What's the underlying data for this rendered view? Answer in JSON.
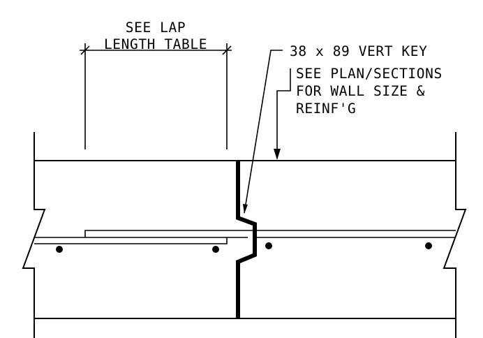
{
  "detail": {
    "dimension_label": {
      "line1": "SEE LAP",
      "line2": "LENGTH TABLE"
    },
    "key_callout": "38 x 89 VERT KEY",
    "wall_note": {
      "line1": "SEE PLAN/SECTIONS",
      "line2": "FOR WALL SIZE &",
      "line3": "REINF'G"
    }
  }
}
